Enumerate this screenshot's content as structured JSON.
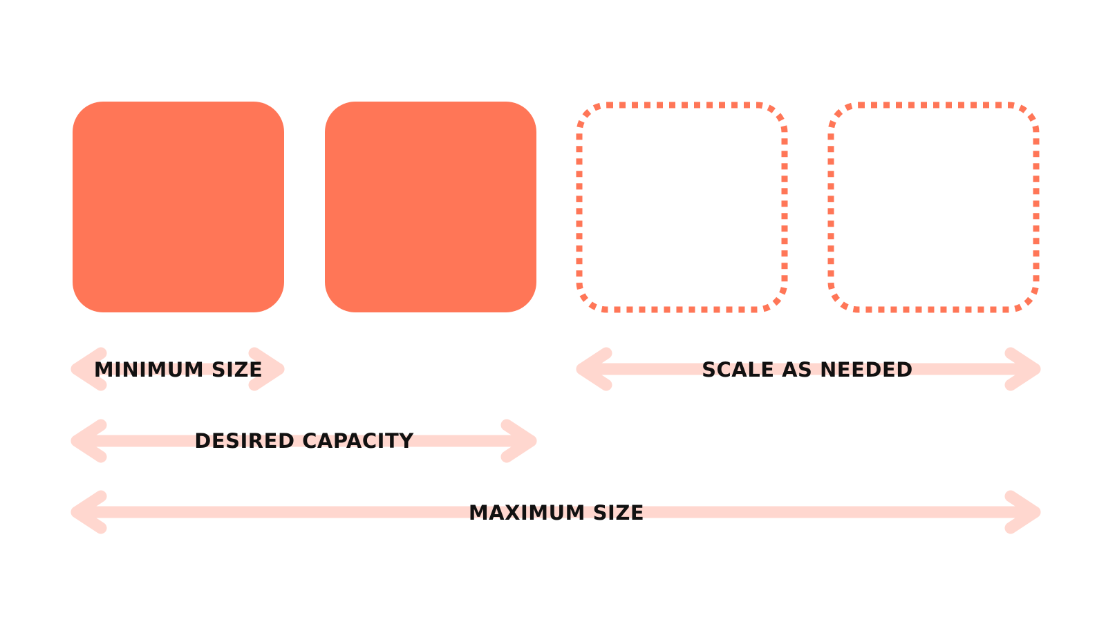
{
  "colors": {
    "instance_fill": "#FF7657",
    "instance_outline": "#FF7657",
    "arrow": "#FFD7CF",
    "text": "#111111",
    "background": "#FFFFFF"
  },
  "instances": [
    {
      "state": "running"
    },
    {
      "state": "running"
    },
    {
      "state": "optional"
    },
    {
      "state": "optional"
    }
  ],
  "labels": {
    "minimum_size": "MINIMUM SIZE",
    "scale_as_needed": "SCALE AS NEEDED",
    "desired_capacity": "DESIRED CAPACITY",
    "maximum_size": "MAXIMUM SIZE"
  }
}
